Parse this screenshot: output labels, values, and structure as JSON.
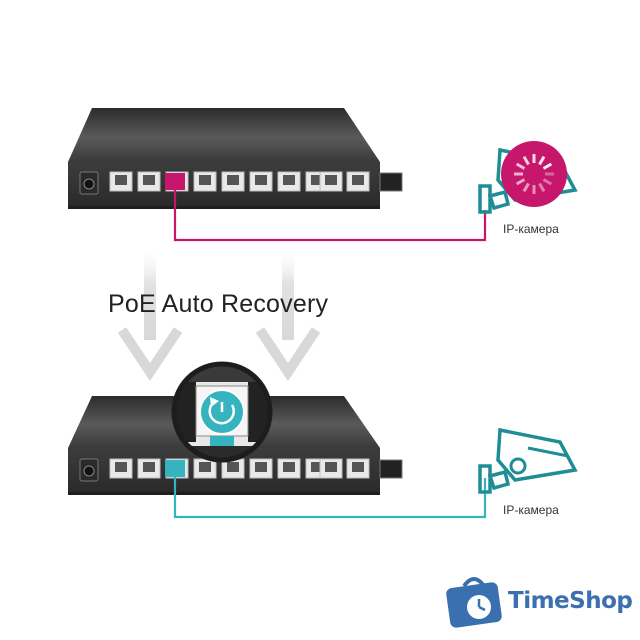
{
  "headline": "PoE Auto Recovery",
  "cameras": {
    "top_label": "IP-камера",
    "bottom_label": "IP-камера"
  },
  "brand": {
    "name": "TimeShop",
    "color": "#3a6fb0",
    "icon": "clock-bag-icon"
  },
  "colors": {
    "fault": "#c7176d",
    "recovered": "#35b4bf",
    "switch_body": "#4a4a4a",
    "arrows": "#dcdcdc"
  },
  "icons": [
    "dc-power-jack-icon",
    "ethernet-port-icon",
    "sfp-port-icon",
    "ip-camera-icon",
    "loading-spinner-icon",
    "power-recovery-icon",
    "down-arrow-icon",
    "magnifier-lens-icon"
  ]
}
